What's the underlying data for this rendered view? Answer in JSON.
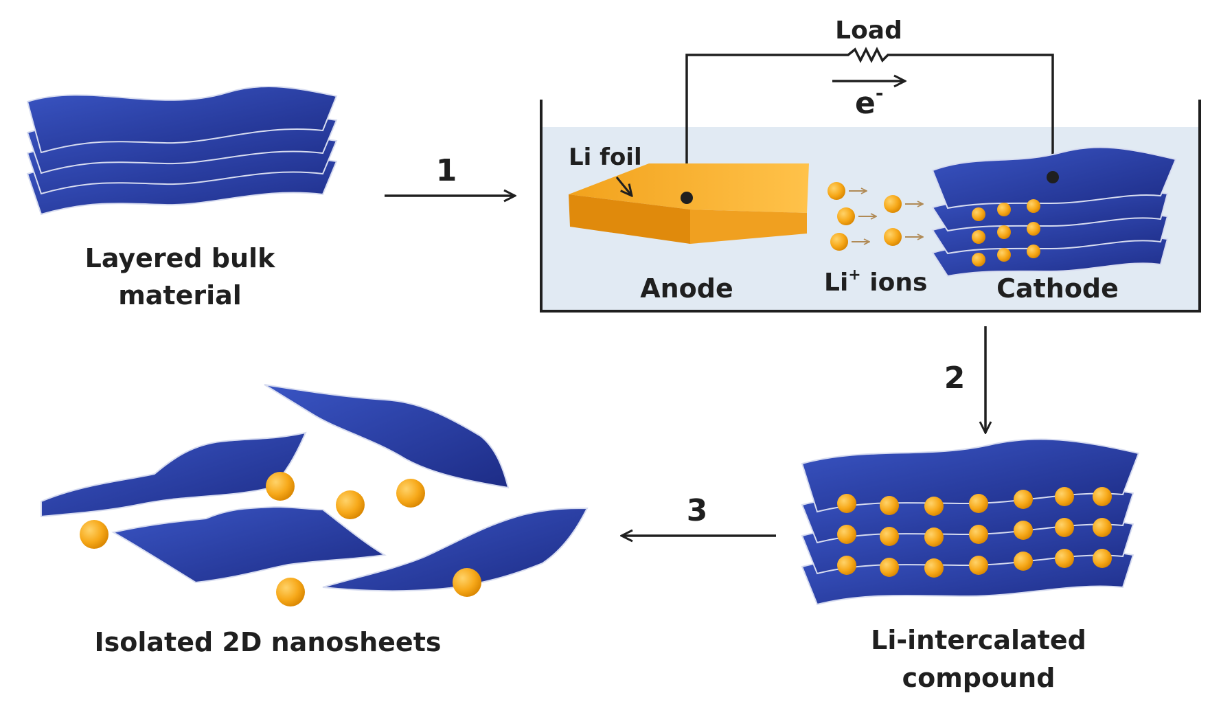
{
  "labels": {
    "bulk": [
      "Layered bulk",
      "material"
    ],
    "step1": "1",
    "step2": "2",
    "step3": "3",
    "load": "Load",
    "electron": "e",
    "electron_sup": "-",
    "li_foil": "Li foil",
    "anode": "Anode",
    "li_ions_main": "Li",
    "li_ions_sup": "+",
    "li_ions_tail": " ions",
    "cathode": "Cathode",
    "intercalated": [
      "Li-intercalated",
      "compound"
    ],
    "isolated": "Isolated 2D nanosheets"
  },
  "colors": {
    "sheet": "#2a3fa6",
    "sheet_dark": "#18287a",
    "ion": "#f7a91a",
    "foil": "#f2a01c",
    "electrolyte": "#e1eaf3",
    "ink": "#1f1f1f"
  }
}
